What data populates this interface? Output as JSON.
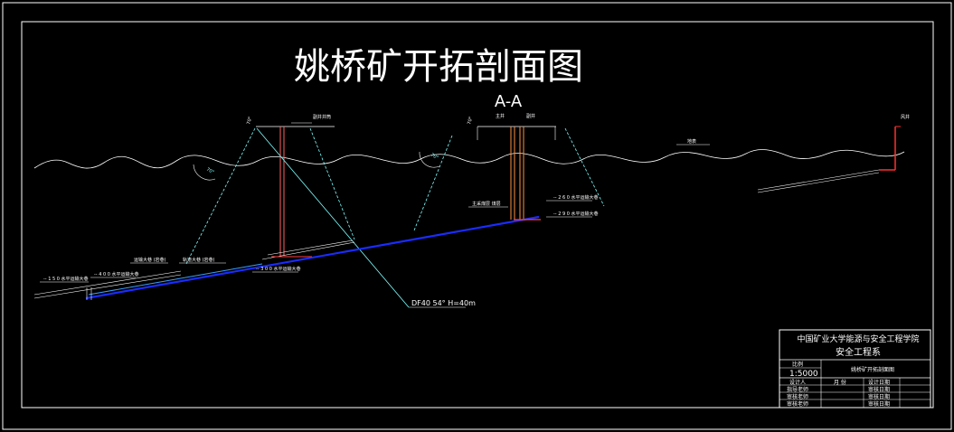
{
  "title": "姚桥矿开拓剖面图",
  "section_label": "A-A",
  "angle_marks": [
    "70°",
    "70°",
    "70°",
    "70°"
  ],
  "labels": {
    "shaft1_top": "副井井筒",
    "shaft2_left": "主井",
    "shaft2_right": "副井",
    "ground_surface": "地表",
    "right_shaft": "风井",
    "level1_left": "-- 1 5 0 水平运输大巷",
    "level1_left2": "-- 4 0 0 水平运输大巷",
    "roadway_a": "运输大巷 (岩巷)",
    "roadway_b": "轨道大巷 (岩巷)",
    "level_mid": "-- 3 0 0 水平运输大巷",
    "level_right_up": "-- 2 6 0 水平运输大巷",
    "level_right_low": "-- 2 9 0 水平运输大巷",
    "coal_seam": "主采煤层 煤层",
    "fault_note": "DF40 54° H=40m"
  },
  "title_block": {
    "school": "中国矿业大学能源与安全工程学院",
    "dept": "安全工程系",
    "scale_label": "比例",
    "scale_value": "1:5000",
    "drawing_name": "姚桥矿开拓剖面图",
    "row1": [
      "设计人",
      "月  份",
      "设计日期"
    ],
    "row2": [
      "指导老师",
      "",
      "审核日期"
    ],
    "row3": [
      "审核老师",
      "",
      "审核日期"
    ],
    "row4": [
      "审核老师",
      "",
      "审核日期"
    ]
  }
}
